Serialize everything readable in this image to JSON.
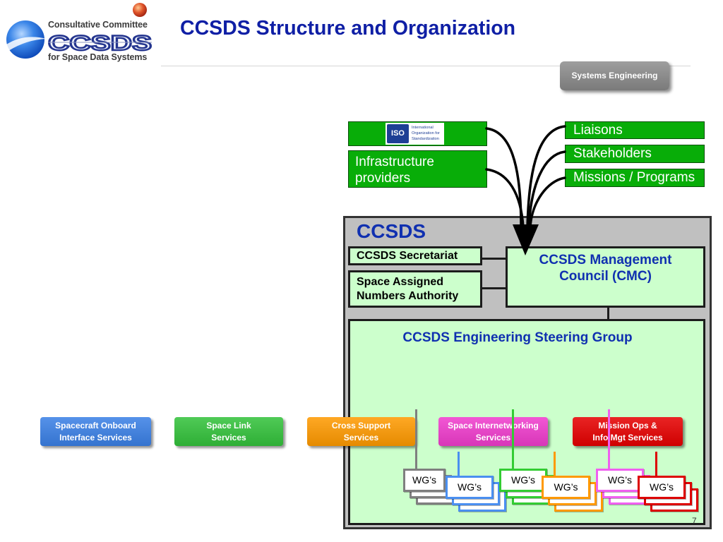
{
  "logo": {
    "line1": "Consultative Committee",
    "acronym": "CCSDS",
    "line2": "for Space Data Systems"
  },
  "title": "CCSDS Structure and Organization",
  "systems_engineering": "Systems Engineering",
  "external": {
    "iso_logo": {
      "acronym": "ISO",
      "text": [
        "International",
        "Organization for",
        "Standardization"
      ]
    },
    "infrastructure_providers": [
      "Infrastructure",
      "providers"
    ],
    "liaisons": "Liaisons",
    "stakeholders": "Stakeholders",
    "missions_programs": "Missions / Programs"
  },
  "ccsds": {
    "label": "CCSDS",
    "secretariat": "CCSDS Secretariat",
    "sana": [
      "Space Assigned",
      "Numbers Authority"
    ],
    "cmc": [
      "CCSDS Management",
      "Council (CMC)"
    ],
    "esg": "CCSDS Engineering Steering Group"
  },
  "areas": [
    {
      "lines": [
        "Spacecraft Onboard",
        "Interface Services"
      ],
      "color": "#3a80e6"
    },
    {
      "lines": [
        "Space Link",
        "Services"
      ],
      "color": "#33c23b"
    },
    {
      "lines": [
        "Cross Support",
        "Services"
      ],
      "color": "#ff9a00"
    },
    {
      "lines": [
        "Space Internetworking",
        "Services"
      ],
      "color": "#f03ccd"
    },
    {
      "lines": [
        "Mission Ops &",
        "Info Mgt Services"
      ],
      "color": "#e60000"
    }
  ],
  "working_groups": [
    {
      "label": "WG’s",
      "color": "#7f7f7f"
    },
    {
      "label": "WG’s",
      "color": "#4a8ff0"
    },
    {
      "label": "WG’s",
      "color": "#33cc33"
    },
    {
      "label": "WG’s",
      "color": "#ff9900"
    },
    {
      "label": "WG’s",
      "color": "#f05ff0"
    },
    {
      "label": "WG’s",
      "color": "#dd0000"
    }
  ],
  "colors": {
    "title": "#0f1fa5",
    "heading_blue": "#1030b0",
    "external_green": "#08ad08",
    "inner_fill": "#ccffcc",
    "ccsds_frame": "#c0c0c0"
  },
  "page_number": "7"
}
